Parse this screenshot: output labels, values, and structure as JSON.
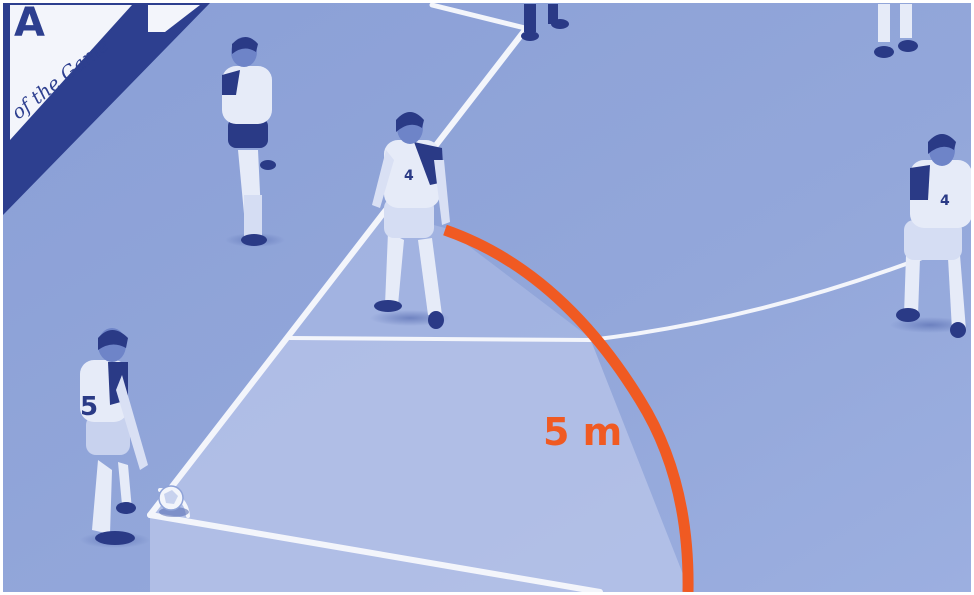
{
  "banner": {
    "logo_letter": "A",
    "slogan": "of the Game"
  },
  "annotation": {
    "distance_label": "5 m"
  },
  "players": [
    {
      "shirt_number": "5"
    },
    {
      "shirt_number": "4"
    },
    {
      "shirt_number": "4"
    }
  ],
  "colors": {
    "pitch": "#8fa3d8",
    "pitch_light": "#b9c6ea",
    "lines": "#f3f5fb",
    "banner": "#2d3f8f",
    "arc": "#f05a22",
    "kit_dark": "#2a3a86",
    "kit_light": "#e6ebf8"
  }
}
